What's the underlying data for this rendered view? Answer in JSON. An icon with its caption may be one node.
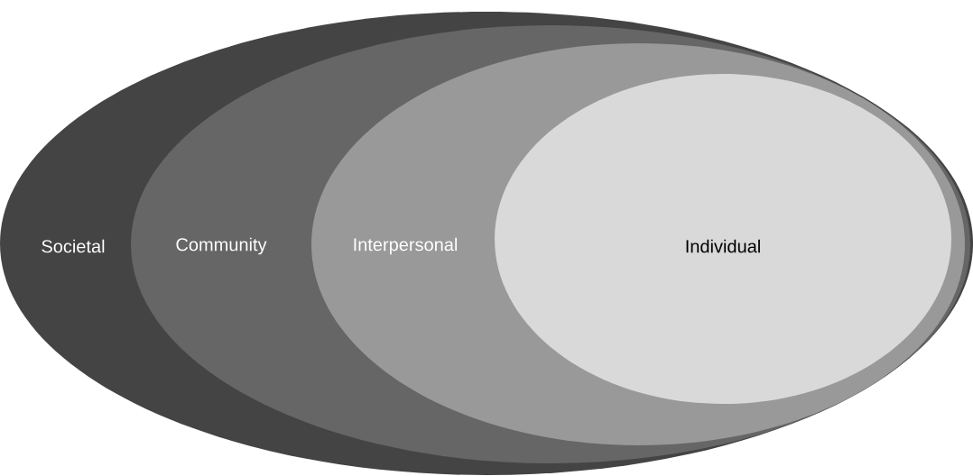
{
  "diagram": {
    "nodes": [
      {
        "text": [
          "Societal"
        ]
      },
      {
        "text": [
          "Community"
        ],
        "in": 0
      },
      {
        "text": [
          "Interpersonal"
        ],
        "in": 1
      },
      {
        "text": [
          "Individual"
        ],
        "in": 2
      }
    ]
  }
}
